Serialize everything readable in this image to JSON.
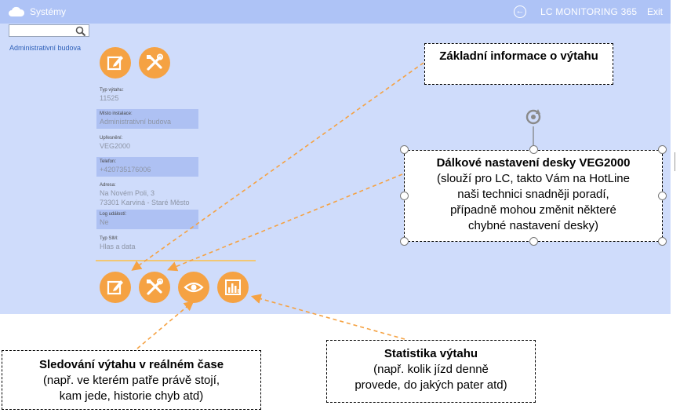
{
  "header": {
    "title": "Systémy",
    "brand": "LC MONITORING 365",
    "exit_label": "Exit"
  },
  "search": {
    "value": "",
    "placeholder": ""
  },
  "sidebar": {
    "building_link": "Administrativní budova"
  },
  "fields": [
    {
      "label": "Typ výtahu:",
      "value": "11525"
    },
    {
      "label": "Místo instalace:",
      "value": "Administrativní budova"
    },
    {
      "label": "Upřesnění:",
      "value": "VEG2000"
    },
    {
      "label": "Telefon:",
      "value": "+420735176006"
    },
    {
      "label": "Adresa:",
      "value": "Na Novém Poli, 3",
      "value2": "73301 Karviná - Staré Město"
    },
    {
      "label": "Log událostí:",
      "value": "Ne"
    },
    {
      "label": "Typ SIM:",
      "value": "Hlas a data"
    }
  ],
  "callouts": {
    "basic_info": "Základní informace o výtahu",
    "remote": {
      "title": "Dálkové nastavení desky VEG2000",
      "line1": "(slouží pro LC, takto Vám na HotLine",
      "line2": "naši technici snadněji poradí,",
      "line3": "případně mohou změnit některé",
      "line4": "chybné nastavení desky)"
    },
    "realtime": {
      "title": "Sledování výtahu v reálném čase",
      "line1": "(např. ve kterém patře právě stojí,",
      "line2": "kam jede, historie chyb atd)"
    },
    "stats": {
      "title": "Statistika výtahu",
      "line1": "(např. kolik jízd denně",
      "line2": "provede, do jakých pater atd)"
    }
  },
  "colors": {
    "accent": "#f5a243",
    "background": "#cfdcfb",
    "header": "#aec3f6",
    "field_highlight": "#aec1f3"
  },
  "icons": [
    "cloud-icon",
    "back-arrow-icon",
    "search-icon",
    "edit-icon",
    "tools-icon",
    "eye-icon",
    "chart-icon",
    "rotate-icon"
  ]
}
